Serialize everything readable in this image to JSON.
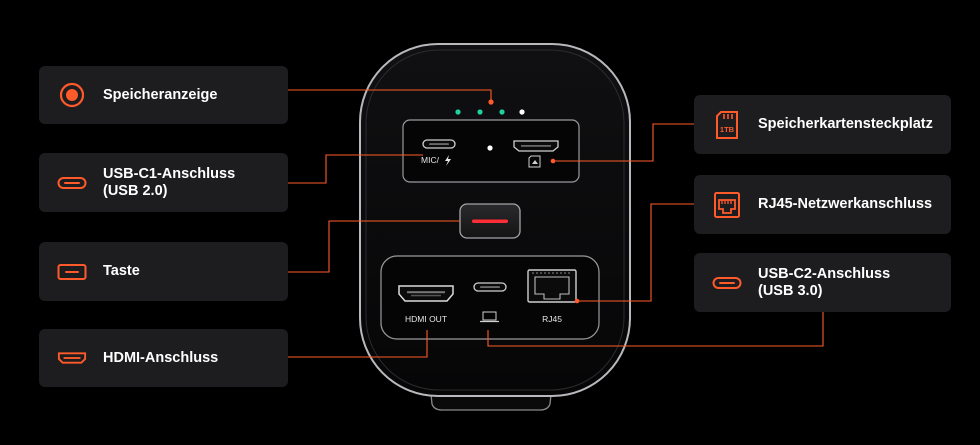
{
  "callouts_left": [
    {
      "id": "storage",
      "label": "Speicheranzeige",
      "label2": "",
      "icon": "record-indicator-icon"
    },
    {
      "id": "usbc1",
      "label": "USB-C1-Anschluss",
      "label2": "(USB 2.0)",
      "icon": "usb-c-port-icon"
    },
    {
      "id": "button",
      "label": "Taste",
      "label2": "",
      "icon": "button-icon"
    },
    {
      "id": "hdmi",
      "label": "HDMI-Anschluss",
      "label2": "",
      "icon": "hdmi-port-icon"
    }
  ],
  "callouts_right": [
    {
      "id": "card",
      "label": "Speicherkartensteckplatz",
      "label2": "",
      "icon": "memory-card-icon",
      "icon_text": "1TB"
    },
    {
      "id": "rj45",
      "label": "RJ45-Netzwerkanschluss",
      "label2": "",
      "icon": "ethernet-port-icon"
    },
    {
      "id": "usbc2",
      "label": "USB-C2-Anschluss",
      "label2": "(USB 3.0)",
      "icon": "usb-c-port-icon"
    }
  ],
  "device": {
    "mic_label": "MIC/",
    "hdmi_out_label": "HDMI OUT",
    "rj45_label": "RJ45"
  },
  "colors": {
    "accent": "#ff5a2a",
    "led_green": "#1fd1a0",
    "background": "#000000",
    "card": "#1d1d1f"
  }
}
